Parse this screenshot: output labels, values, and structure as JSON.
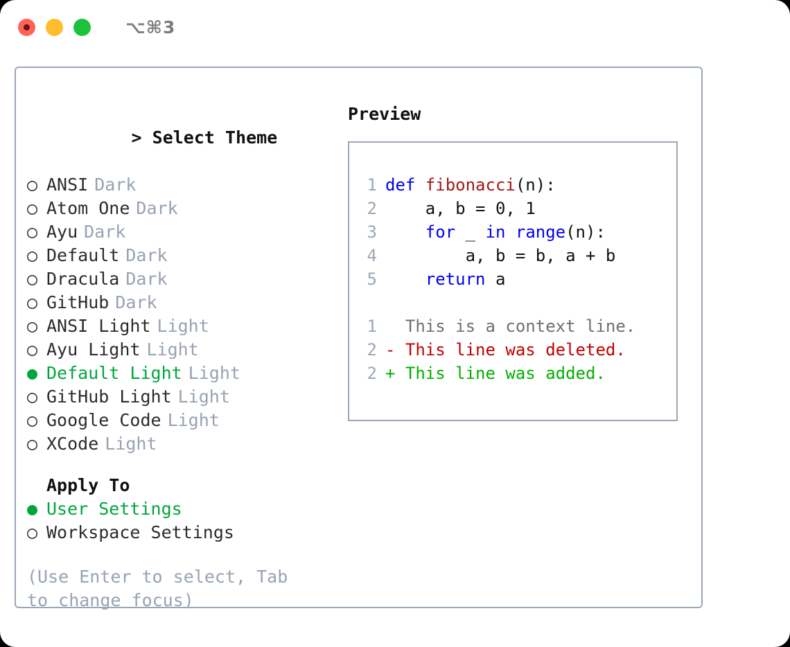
{
  "window": {
    "title": "⌥⌘3",
    "traffic_lights": [
      {
        "name": "close-button",
        "color": "#ff6257"
      },
      {
        "name": "minimize-button",
        "color": "#ffbd2e"
      },
      {
        "name": "maximize-button",
        "color": "#1dc23c"
      }
    ]
  },
  "colors": {
    "selected_green": "#00a63d",
    "muted_grey": "#98a2b3",
    "border": "#9aa7b6",
    "keyword_blue": "#0000ee",
    "function_red": "#a31515",
    "diff_delete": "#c00000",
    "diff_add": "#00b000",
    "text": "#2b2b2b"
  },
  "theme_picker": {
    "caret": ">",
    "heading": "Select Theme",
    "bullet_unselected": "○",
    "bullet_selected": "●",
    "options": [
      {
        "label": "ANSI",
        "tag": "Dark",
        "selected": false
      },
      {
        "label": "Atom One",
        "tag": "Dark",
        "selected": false
      },
      {
        "label": "Ayu",
        "tag": "Dark",
        "selected": false
      },
      {
        "label": "Default",
        "tag": "Dark",
        "selected": false
      },
      {
        "label": "Dracula",
        "tag": "Dark",
        "selected": false
      },
      {
        "label": "GitHub",
        "tag": "Dark",
        "selected": false
      },
      {
        "label": "ANSI Light",
        "tag": "Light",
        "selected": false
      },
      {
        "label": "Ayu Light",
        "tag": "Light",
        "selected": false
      },
      {
        "label": "Default Light",
        "tag": "Light",
        "selected": true
      },
      {
        "label": "GitHub Light",
        "tag": "Light",
        "selected": false
      },
      {
        "label": "Google Code",
        "tag": "Light",
        "selected": false
      },
      {
        "label": "XCode",
        "tag": "Light",
        "selected": false
      }
    ]
  },
  "apply_to": {
    "heading": "Apply To",
    "options": [
      {
        "label": "User Settings",
        "selected": true
      },
      {
        "label": "Workspace Settings",
        "selected": false
      }
    ]
  },
  "hint": "(Use Enter to select, Tab to change focus)",
  "preview": {
    "title": "Preview",
    "code_lines": [
      {
        "num": "1",
        "segments": [
          {
            "text": "def ",
            "style": "kw"
          },
          {
            "text": "fibonacci",
            "style": "fn"
          },
          {
            "text": "(n):",
            "style": "pl"
          }
        ]
      },
      {
        "num": "2",
        "segments": [
          {
            "text": "    a, b = 0, 1",
            "style": "pl"
          }
        ]
      },
      {
        "num": "3",
        "segments": [
          {
            "text": "    ",
            "style": "pl"
          },
          {
            "text": "for",
            "style": "kw"
          },
          {
            "text": " _ ",
            "style": "pl"
          },
          {
            "text": "in range",
            "style": "kw"
          },
          {
            "text": "(n):",
            "style": "pl"
          }
        ]
      },
      {
        "num": "4",
        "segments": [
          {
            "text": "        a, b = b, a + b",
            "style": "pl"
          }
        ]
      },
      {
        "num": "5",
        "segments": [
          {
            "text": "    ",
            "style": "pl"
          },
          {
            "text": "return",
            "style": "kw"
          },
          {
            "text": " a",
            "style": "pl"
          }
        ]
      }
    ],
    "diff_lines": [
      {
        "num": "1",
        "marker": "  ",
        "text": "This is a context line.",
        "kind": "context"
      },
      {
        "num": "2",
        "marker": "- ",
        "text": "This line was deleted.",
        "kind": "delete"
      },
      {
        "num": "2",
        "marker": "+ ",
        "text": "This line was added.",
        "kind": "add"
      }
    ]
  }
}
